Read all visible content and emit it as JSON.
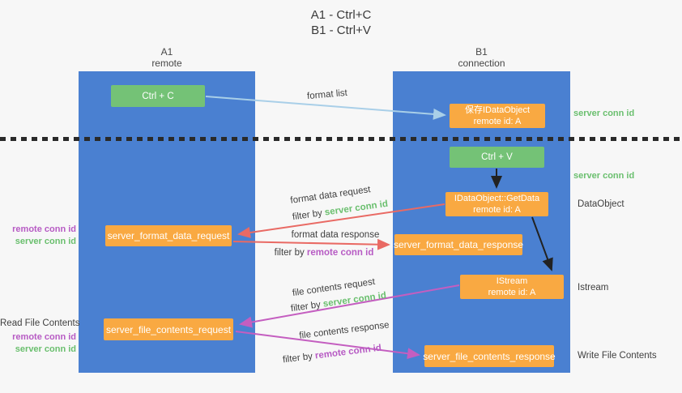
{
  "title": {
    "line1": "A1 - Ctrl+C",
    "line2": "B1 - Ctrl+V"
  },
  "lanes": {
    "a": {
      "name_line1": "A1",
      "name_line2": "remote"
    },
    "b": {
      "name_line1": "B1",
      "name_line2": "connection"
    }
  },
  "nodes": {
    "ctrl_c": "Ctrl + C",
    "ctrl_v": "Ctrl + V",
    "save_idataobject": {
      "line1": "保存IDataObject",
      "line2": "remote id: A"
    },
    "getdata": {
      "line1": "IDataObject::GetData",
      "line2": "remote id: A"
    },
    "istream": {
      "line1": "IStream",
      "line2": "remote id: A"
    },
    "server_format_data_request": "server_format_data_request",
    "server_format_data_response": "server_format_data_response",
    "server_file_contents_request": "server_file_contents_request",
    "server_file_contents_response": "server_file_contents_response"
  },
  "arrow_labels": {
    "format_list": "format list",
    "format_data_request": "format data request",
    "format_data_response": "format data response",
    "file_contents_request": "file contents request",
    "file_contents_response": "file contents response",
    "filter_by": "filter by ",
    "server_conn_id": "server conn id",
    "remote_conn_id": "remote conn id"
  },
  "side_labels": {
    "left": {
      "remote_conn_id": "remote conn id",
      "server_conn_id": "server conn id",
      "read_file_contents": "Read File Contents"
    },
    "right": {
      "server_conn_id_top": "server conn id",
      "server_conn_id_mid": "server conn id",
      "dataobject": "DataObject",
      "istream": "Istream",
      "write_file_contents": "Write File Contents"
    }
  },
  "colors": {
    "background": "#f7f7f7",
    "lane_blue": "#4a80d1",
    "box_orange": "#f9a942",
    "box_green": "#74c276",
    "text_green": "#6abf6e",
    "text_purple": "#b75bc4",
    "label_dark": "#3f3f3f",
    "divider": "#2a2a2a",
    "arrow_blue": "#a9cfe8",
    "arrow_black": "#222222",
    "arrow_red": "#e96a64",
    "arrow_pink": "#c45ec0"
  }
}
